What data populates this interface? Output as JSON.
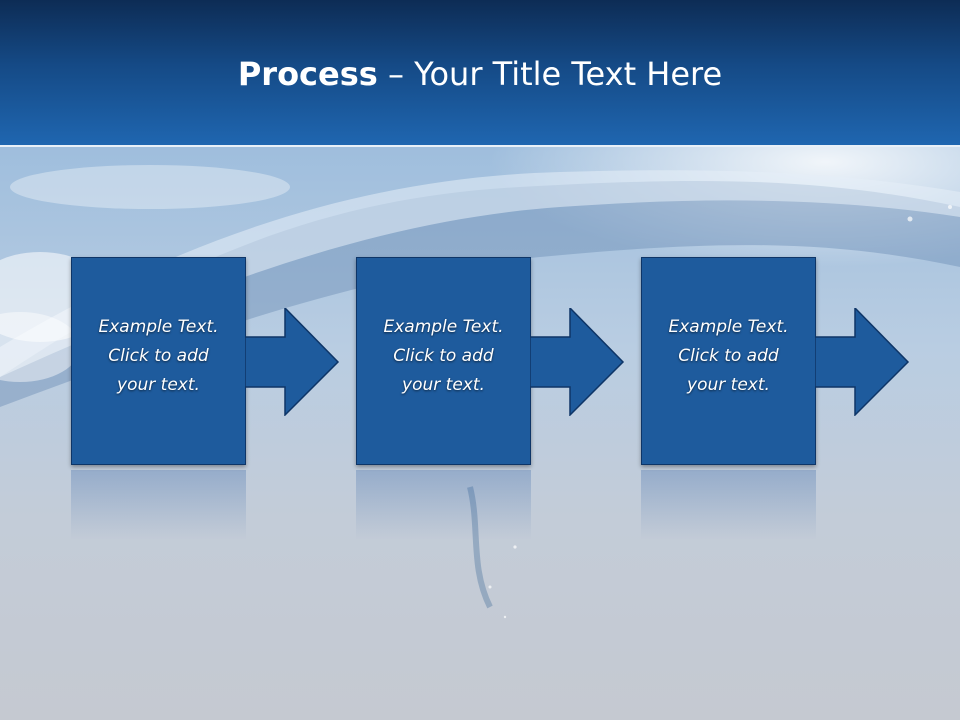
{
  "slide": {
    "title_bold": "Process",
    "title_rest": " – Your Title Text Here",
    "steps": [
      {
        "line1": "Example Text.",
        "line2": "Click  to add",
        "line3": "your text."
      },
      {
        "line1": "Example Text.",
        "line2": "Click  to add",
        "line3": "your text."
      },
      {
        "line1": "Example Text.",
        "line2": "Click  to add",
        "line3": "your text."
      }
    ]
  },
  "colors": {
    "header_dark": "#0d2c55",
    "header_light": "#1f66b0",
    "box_fill": "#1e5b9d",
    "box_border": "#0e3567",
    "text": "#ffffff"
  },
  "icons": {
    "step_arrow": "arrow-right-icon"
  }
}
